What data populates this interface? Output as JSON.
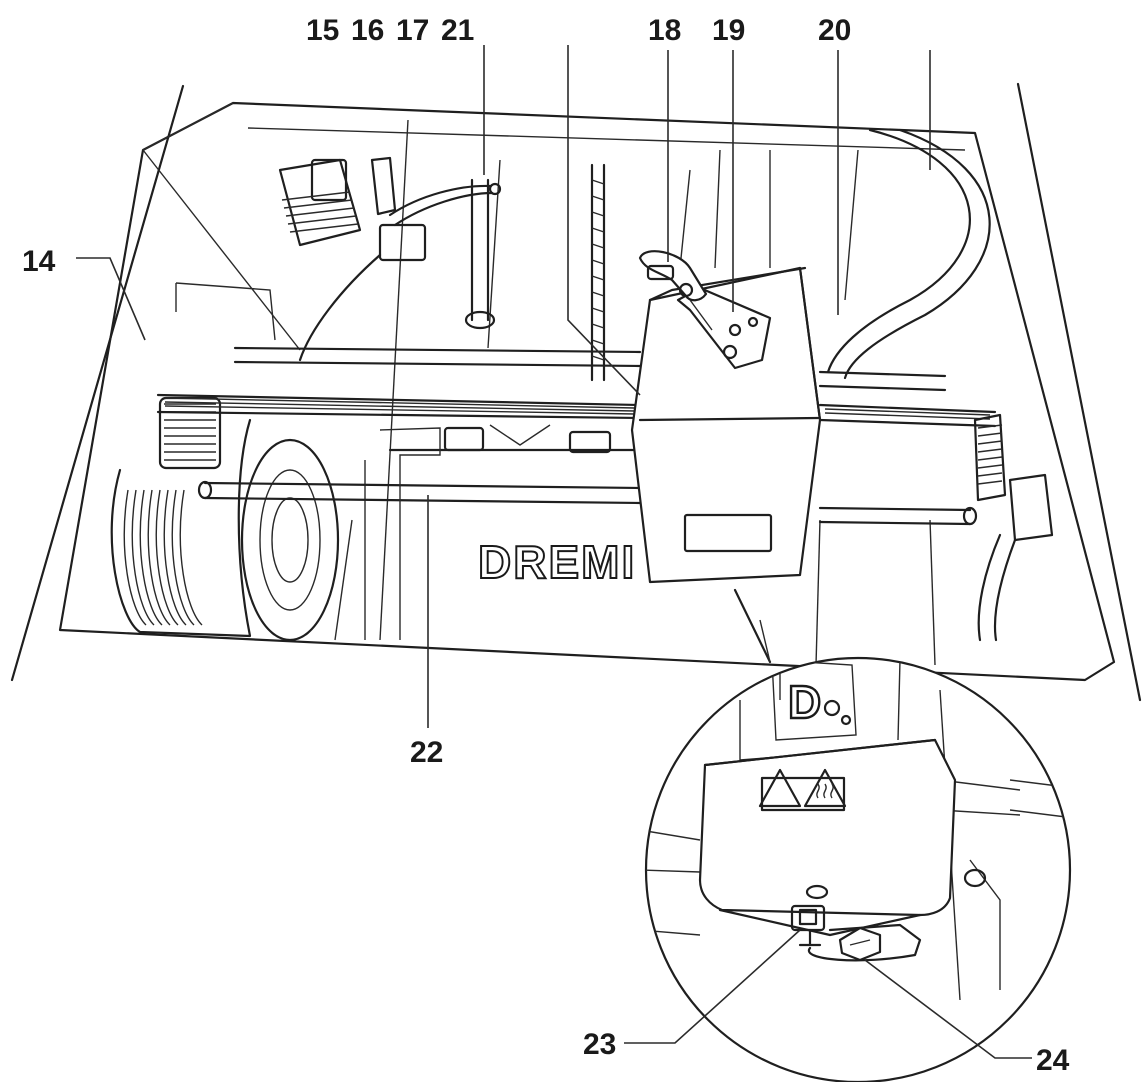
{
  "figure": {
    "callouts": {
      "c14": "14",
      "c15": "15",
      "c16": "16",
      "c17": "17",
      "c21": "21",
      "c18": "18",
      "c19": "19",
      "c20": "20",
      "c22": "22",
      "c23": "23",
      "c24": "24"
    },
    "brand_text": "DREMI",
    "detail_logo": "D"
  }
}
